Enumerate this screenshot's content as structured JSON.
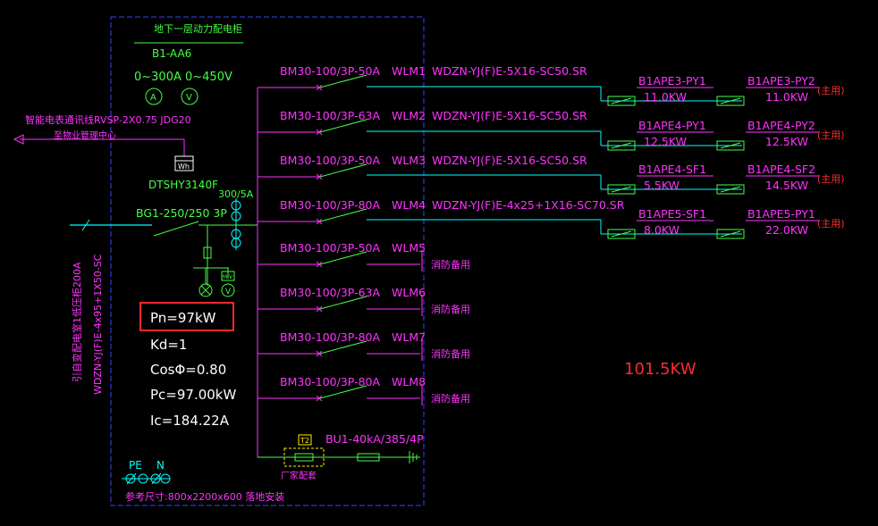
{
  "panel": {
    "title": "地下一层动力配电柜",
    "code": "B1-AA6",
    "meter_ranges": "0~300A 0~450V",
    "ammeter_symbol": "A",
    "voltmeter_symbol": "V",
    "energy_meter_symbol": "Wh",
    "energy_meter_model": "DTSHY3140F",
    "ct_ratio": "300/5A",
    "main_breaker": "BG1-250/250 3P",
    "monitor_cable": "智能电表通讯线RVSP-2X0.75 JDG20",
    "monitor_dest": "至物业管理中心",
    "incoming_cable": "WDZN-YJ(F)E-4x95+1X50-SC",
    "incoming_note": "引自变配电室1低压柜200A",
    "pe_label": "PE",
    "n_label": "N",
    "size_note": "参考尺寸:800x2200x600  落地安装",
    "spd": "BU1-40kA/385/4P",
    "spd_t2": "T2",
    "spd_note": "厂家配套",
    "mv_label": "M.V"
  },
  "calc": {
    "pn": "Pn=97kW",
    "kd": "Kd=1",
    "cos": "CosΦ=0.80",
    "pc": "Pc=97.00kW",
    "ic": "Ic=184.22A"
  },
  "total_note": "101.5KW",
  "branches": [
    {
      "breaker": "BM30-100/3P-50A",
      "id": "WLM1",
      "cable": "WDZN-YJ(F)E-5X16-SC50.SR",
      "load1_name": "B1APE3-PY1",
      "load1_kw": "11.0KW",
      "load2_name": "B1APE3-PY2",
      "load2_kw": "11.0KW",
      "note": "(主用)"
    },
    {
      "breaker": "BM30-100/3P-63A",
      "id": "WLM2",
      "cable": "WDZN-YJ(F)E-5X16-SC50.SR",
      "load1_name": "B1APE4-PY1",
      "load1_kw": "12.5KW",
      "load2_name": "B1APE4-PY2",
      "load2_kw": "12.5KW",
      "note": "(主用)"
    },
    {
      "breaker": "BM30-100/3P-50A",
      "id": "WLM3",
      "cable": "WDZN-YJ(F)E-5X16-SC50.SR",
      "load1_name": "B1APE4-SF1",
      "load1_kw": "5.5KW",
      "load2_name": "B1APE4-SF2",
      "load2_kw": "14.5KW",
      "note": "(主用)"
    },
    {
      "breaker": "BM30-100/3P-80A",
      "id": "WLM4",
      "cable": "WDZN-YJ(F)E-4x25+1X16-SC70.SR",
      "load1_name": "B1APE5-SF1",
      "load1_kw": "8.0KW",
      "load2_name": "B1APE5-PY1",
      "load2_kw": "22.0KW",
      "note": "(主用)"
    },
    {
      "breaker": "BM30-100/3P-50A",
      "id": "WLM5",
      "spare": "消防备用"
    },
    {
      "breaker": "BM30-100/3P-63A",
      "id": "WLM6",
      "spare": "消防备用"
    },
    {
      "breaker": "BM30-100/3P-80A",
      "id": "WLM7",
      "spare": "消防备用"
    },
    {
      "breaker": "BM30-100/3P-80A",
      "id": "WLM8",
      "spare": "消防备用"
    }
  ],
  "colors": {
    "background": "#000000",
    "magenta": "#ff33ff",
    "green": "#44ff44",
    "cyan": "#00ffff",
    "white": "#ffffff",
    "red": "#ff2a2a",
    "blue_dashed": "#3344ff",
    "yellow": "#ffee00"
  }
}
